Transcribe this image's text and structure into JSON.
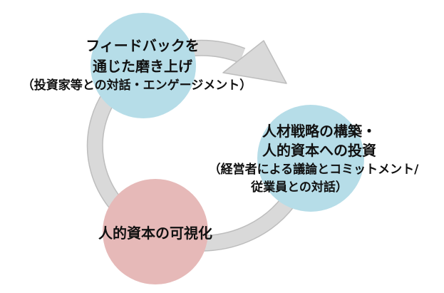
{
  "colors": {
    "ring": "#d9d9d9",
    "ring_edge": "#bdbdbd",
    "blue": "#b6dde8",
    "pink": "#e6b9b8"
  },
  "nodes": {
    "feedback": {
      "line1": "フィードバックを",
      "line2": "通じた磨き上げ",
      "line3": "（投資家等との対話・エンゲージメント）"
    },
    "strategy": {
      "line1": "人材戦略の構築・",
      "line2": "人的資本への投資",
      "line3": "（経営者による議論とコミットメント/",
      "line4": "従業員との対話）"
    },
    "visualize": {
      "line1": "人的資本の可視化"
    }
  }
}
